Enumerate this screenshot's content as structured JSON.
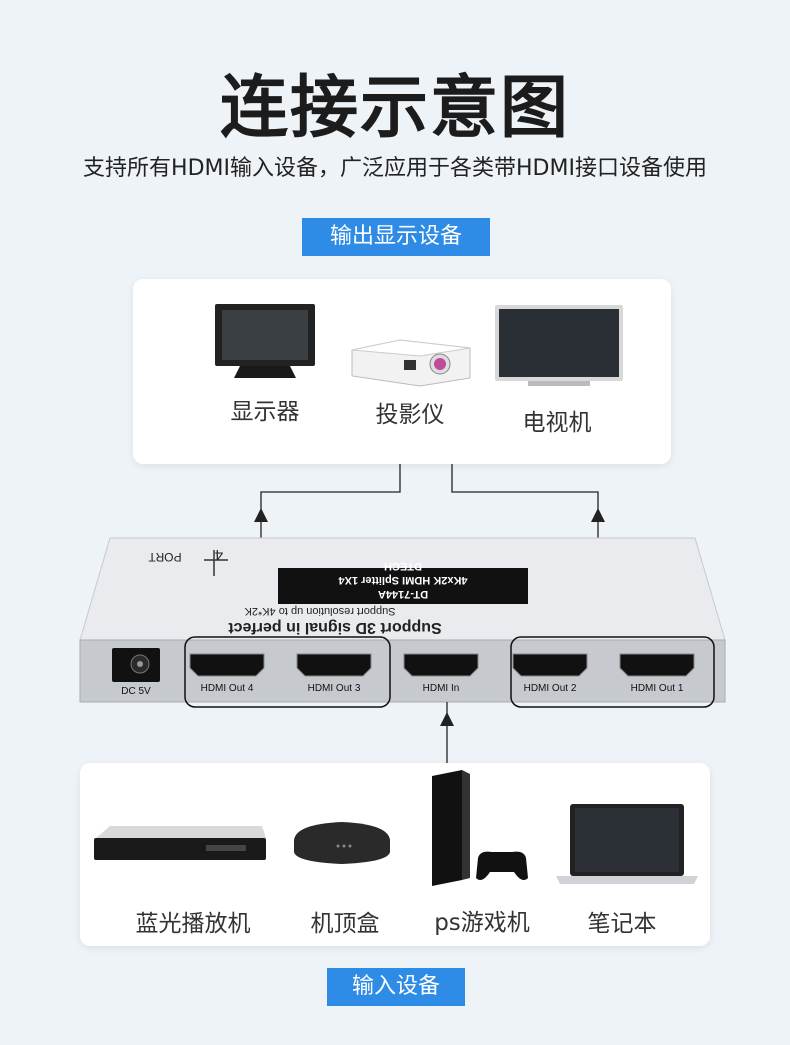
{
  "title": "连接示意图",
  "subtitle": "支持所有HDMI输入设备，广泛应用于各类带HDMI接口设备使用",
  "output_label": "输出显示设备",
  "input_label": "输入设备",
  "output_devices": [
    "显示器",
    "投影仪",
    "电视机"
  ],
  "input_devices": [
    "蓝光播放机",
    "机顶盒",
    "ps游戏机",
    "笔记本"
  ],
  "splitter": {
    "ports": [
      "DC 5V",
      "HDMI Out 4",
      "HDMI Out 3",
      "HDMI In",
      "HDMI Out 2",
      "HDMI Out 1"
    ],
    "brand": "DTECH",
    "model_name": "4Kx2K HDMI Splitter 1X4",
    "model_no": "DT-7144A",
    "feature_line1": "Support 3D signal in perfect",
    "feature_line2": "Support resolution up to 4K*2K",
    "port_count": "4",
    "port_word": "PORT"
  },
  "colors": {
    "accent": "#2e8be6",
    "background": "#eef3f8"
  }
}
